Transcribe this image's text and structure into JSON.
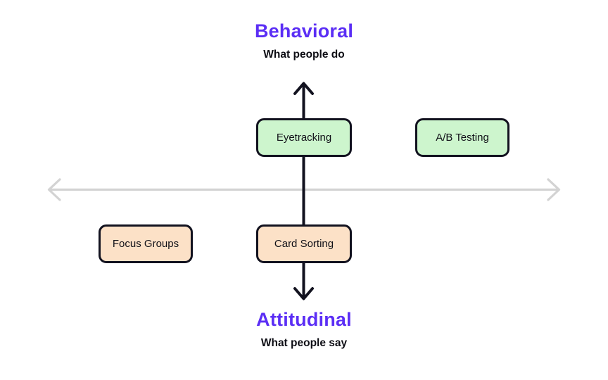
{
  "diagram": {
    "title": "Behavioral vs Attitudinal research methods quadrant",
    "colors": {
      "accent_purple": "#5b2ef5",
      "axis_vertical": "#12121f",
      "axis_horizontal": "#d3d3d3",
      "behavioral_fill": "#cdf5cd",
      "attitudinal_fill": "#fce1c7",
      "box_border": "#12121f",
      "text": "#111118",
      "background": "#ffffff"
    }
  },
  "poles": {
    "top": {
      "title": "Behavioral",
      "subtitle": "What people do"
    },
    "bottom": {
      "title": "Attitudinal",
      "subtitle": "What people say"
    }
  },
  "axes": {
    "vertical": {
      "name": "behavioral-attitudinal-axis",
      "color": "#12121f",
      "arrowheads": "both",
      "style": "open-chevron"
    },
    "horizontal": {
      "name": "qualitative-quantitative-axis",
      "color": "#d3d3d3",
      "arrowheads": "both",
      "style": "open-chevron"
    }
  },
  "methods": [
    {
      "id": "eyetracking",
      "label": "Eyetracking",
      "category": "behavioral",
      "fill": "#cdf5cd"
    },
    {
      "id": "ab-testing",
      "label": "A/B Testing",
      "category": "behavioral",
      "fill": "#cdf5cd"
    },
    {
      "id": "focus-groups",
      "label": "Focus Groups",
      "category": "attitudinal",
      "fill": "#fce1c7"
    },
    {
      "id": "card-sorting",
      "label": "Card Sorting",
      "category": "attitudinal",
      "fill": "#fce1c7"
    }
  ]
}
